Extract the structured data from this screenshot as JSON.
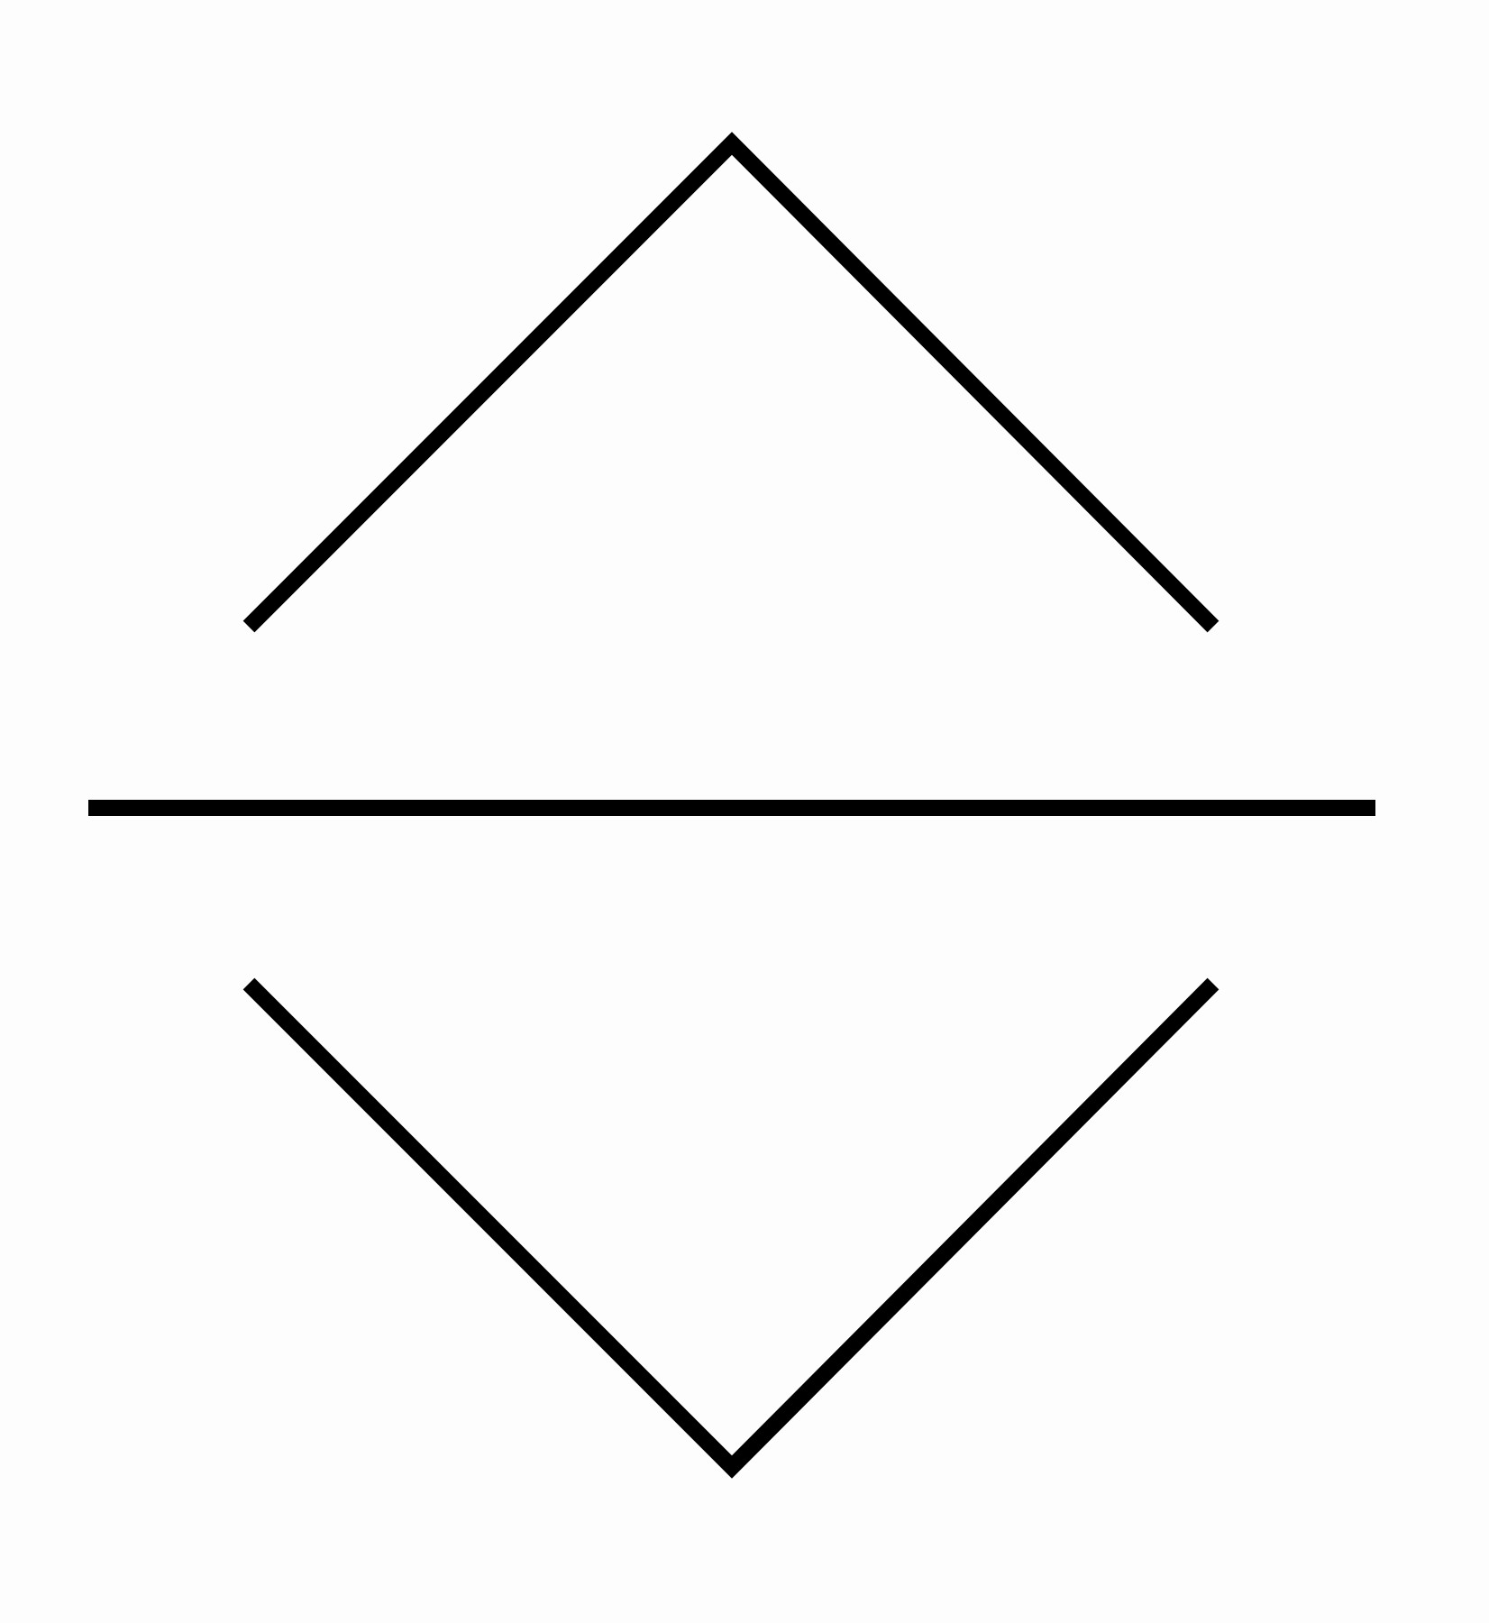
{
  "icon": {
    "name": "expand-collapse-icon",
    "parts": [
      "chevron-up",
      "divider-line",
      "chevron-down"
    ],
    "stroke_color": "#000000",
    "background_color": "#fdfdfd"
  }
}
